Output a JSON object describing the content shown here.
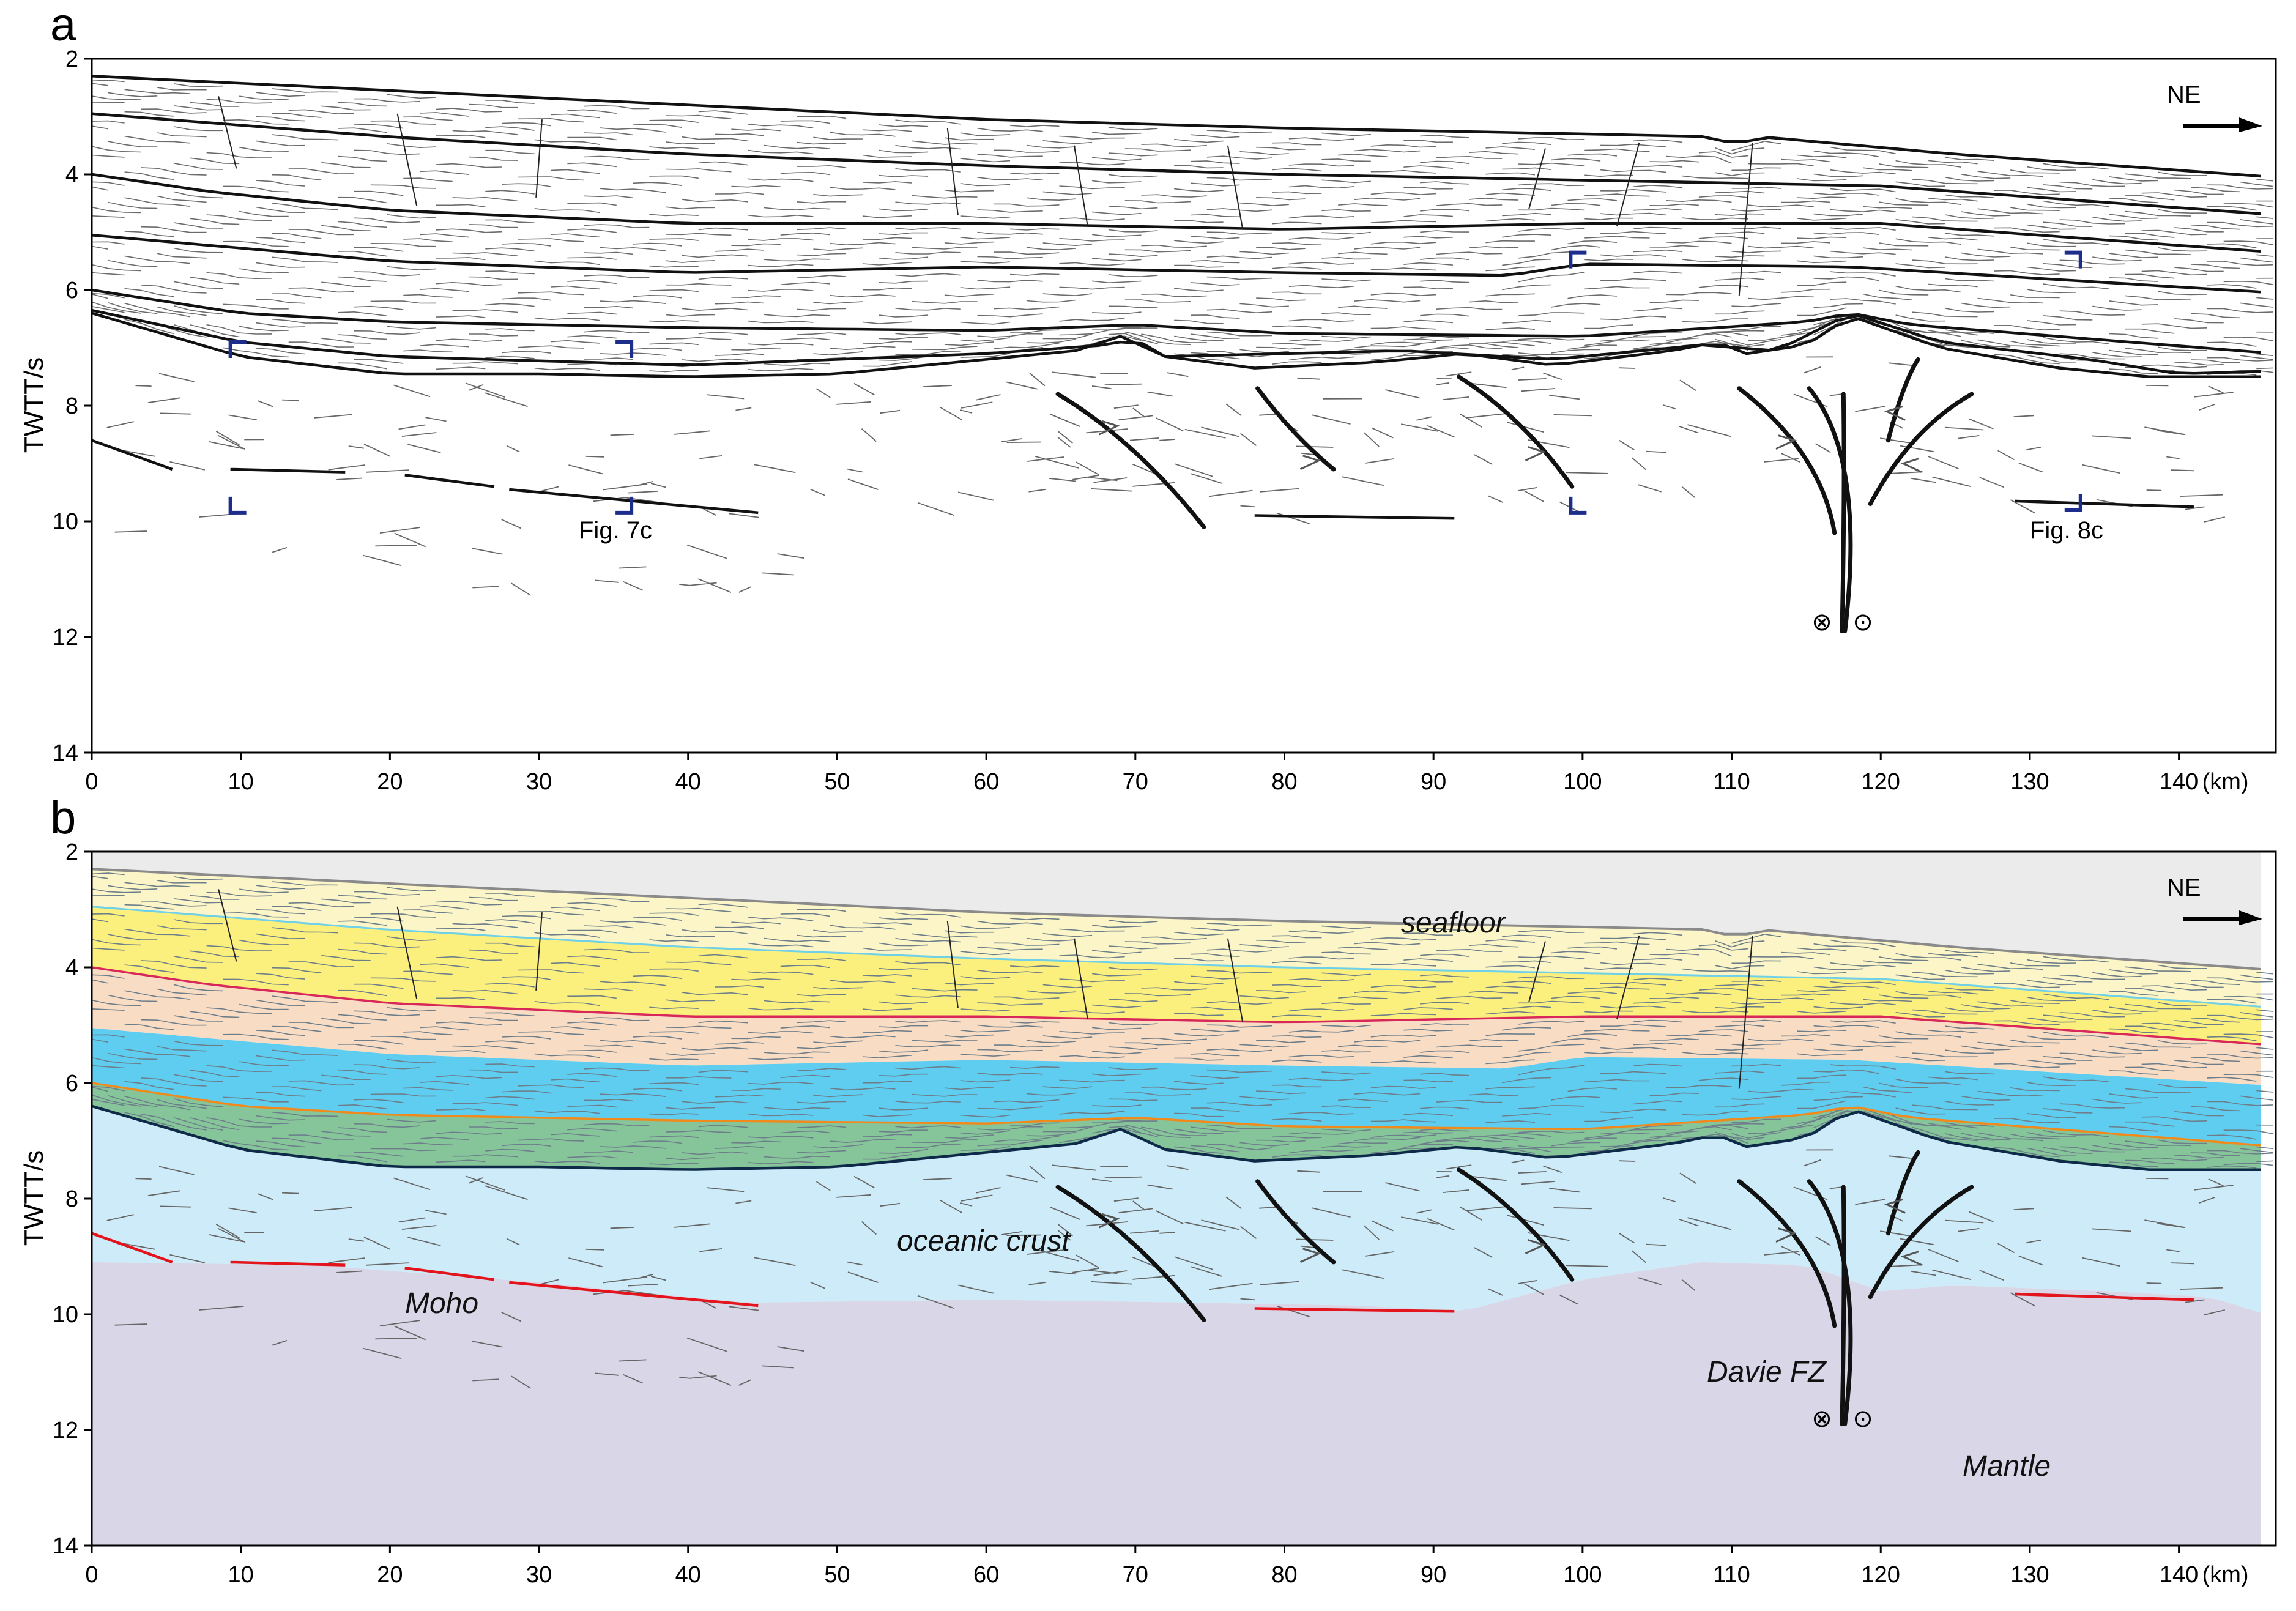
{
  "figure": {
    "panels": [
      {
        "letter": "a",
        "direction_label": "NE",
        "annotations": [
          "Fig. 7c",
          "Fig. 8c"
        ]
      },
      {
        "letter": "b",
        "direction_label": "NE",
        "layer_labels": {
          "seafloor": "seafloor",
          "oceanic_crust": "oceanic crust",
          "moho": "Moho",
          "fault_zone": "Davie FZ",
          "mantle": "Mantle"
        }
      }
    ],
    "y_axis": {
      "title": "TWTT/s",
      "ticks": [
        "2",
        "4",
        "6",
        "8",
        "10",
        "12",
        "14"
      ]
    },
    "x_axis": {
      "unit": "(km)",
      "ticks": [
        "0",
        "10",
        "20",
        "30",
        "40",
        "50",
        "60",
        "70",
        "80",
        "90",
        "100",
        "110",
        "120",
        "130",
        "140"
      ]
    },
    "strike_slip_symbols": [
      "⊗",
      "⊙"
    ],
    "colors": {
      "water": "#ebebeb",
      "layer_pale": "#fbf5c7",
      "layer_yellow": "#fbf07e",
      "layer_peach": "#f8dcc4",
      "layer_blue": "#5ecdf0",
      "layer_green": "#86c49a",
      "oceanic_crust": "#cdebf8",
      "mantle": "#d8d6e7",
      "moho_line": "#e3141b",
      "orange_horizon": "#f08a1c",
      "red_horizon": "#d8285a",
      "cyan_horizon": "#6fd0e8",
      "basement_line": "#0f2a48",
      "box_marker": "#1d2d8c"
    }
  }
}
